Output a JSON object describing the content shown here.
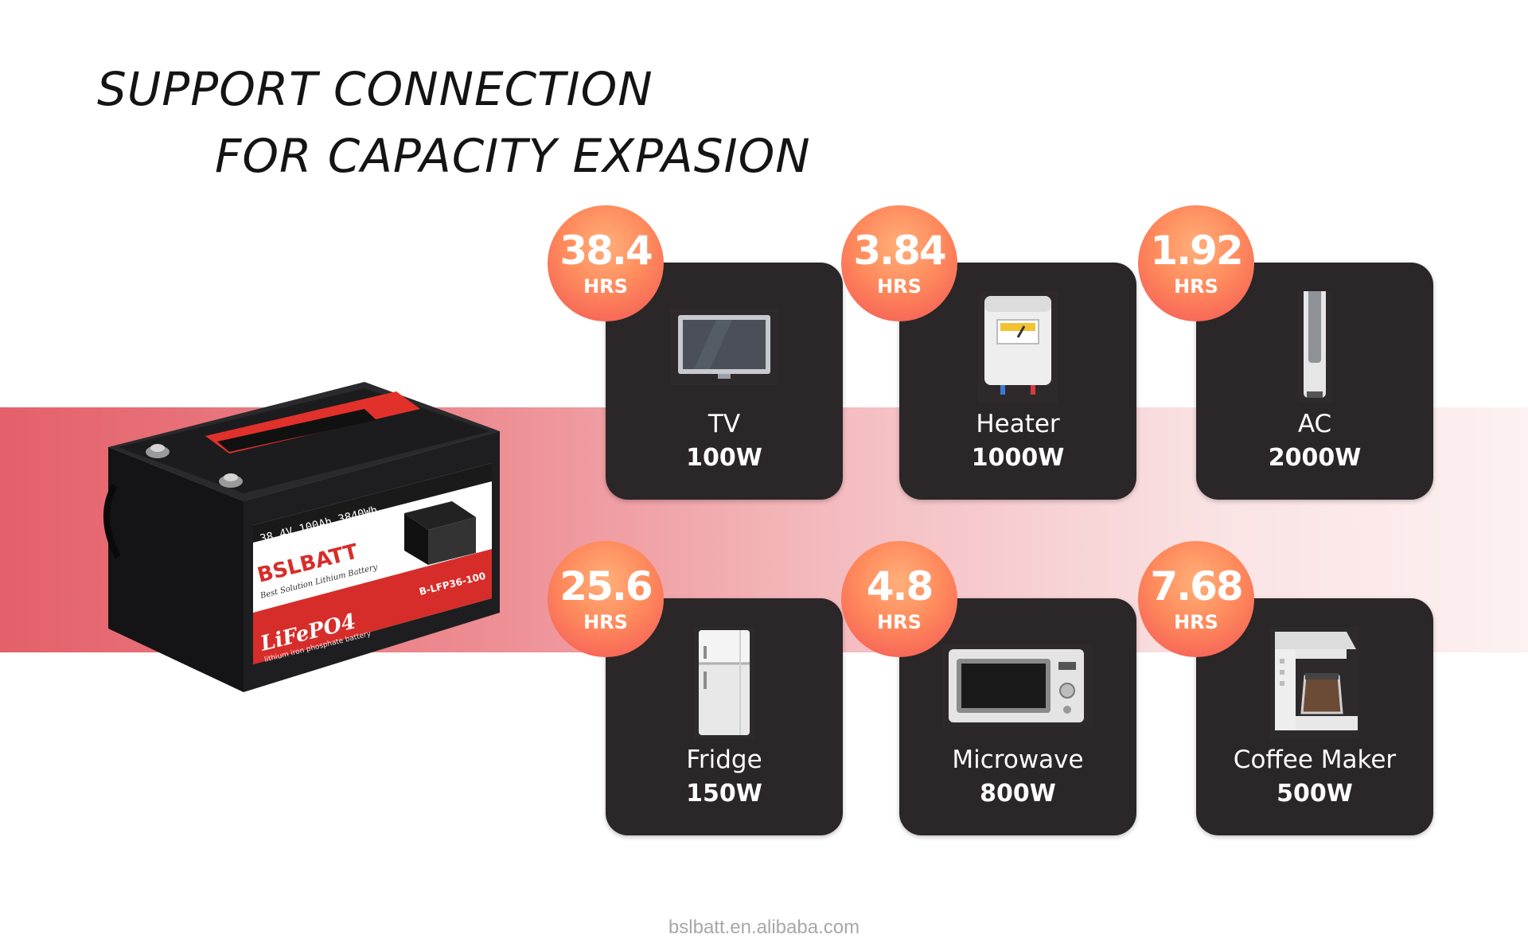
{
  "headline": {
    "line1": "SUPPORT CONNECTION",
    "line2": "FOR CAPACITY EXPASION"
  },
  "battery": {
    "brand": "BSLBATT",
    "tagline": "Best Solution Lithium Battery",
    "spec": "38.4V  100Ah  3840Wh",
    "chemistry": "LiFePO4",
    "chemistry_sub": "lithium iron phosphate battery",
    "model": "B-LFP36-100"
  },
  "appliances": [
    {
      "name": "TV",
      "watts": "100W",
      "hours": "38.4",
      "unit": "HRS",
      "icon": "tv-icon"
    },
    {
      "name": "Heater",
      "watts": "1000W",
      "hours": "3.84",
      "unit": "HRS",
      "icon": "water-heater-icon"
    },
    {
      "name": "AC",
      "watts": "2000W",
      "hours": "1.92",
      "unit": "HRS",
      "icon": "air-conditioner-icon"
    },
    {
      "name": "Fridge",
      "watts": "150W",
      "hours": "25.6",
      "unit": "HRS",
      "icon": "fridge-icon"
    },
    {
      "name": "Microwave",
      "watts": "800W",
      "hours": "4.8",
      "unit": "HRS",
      "icon": "microwave-icon"
    },
    {
      "name": "Coffee Maker",
      "watts": "500W",
      "hours": "7.68",
      "unit": "HRS",
      "icon": "coffee-maker-icon"
    }
  ],
  "footer": "bslbatt.en.alibaba.com",
  "colors": {
    "badge": "#ff8a5c",
    "card": "#2b2627",
    "band": "#e4606a"
  }
}
